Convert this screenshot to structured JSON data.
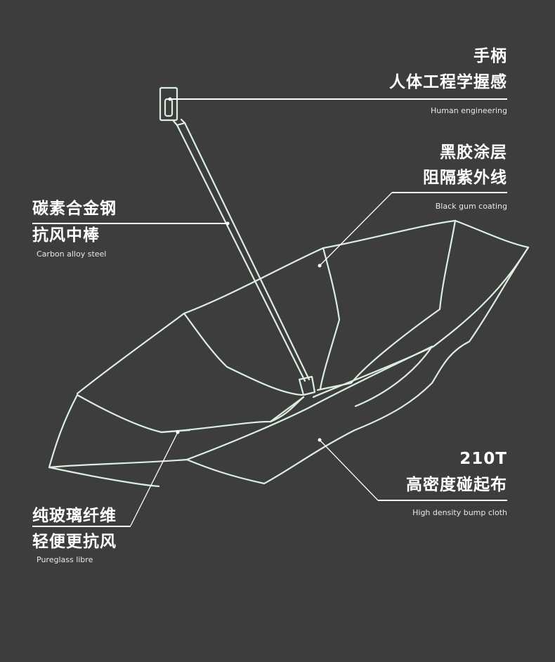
{
  "colors": {
    "background": "#3d3d3d",
    "outline": "#dbeee0",
    "text": "#ffffff"
  },
  "callouts": {
    "handle": {
      "title1": "手柄",
      "title2": "人体工程学握感",
      "en": "Human engineering"
    },
    "coating": {
      "title1": "黑胶涂层",
      "title2": "阻隔紫外线",
      "en": "Black gum coating"
    },
    "shaft": {
      "title1": "碳素合金钢",
      "title2": "抗风中棒",
      "en": "Carbon alloy steel"
    },
    "cloth": {
      "title1": "210T",
      "title2": "高密度碰起布",
      "en": "High density bump cloth"
    },
    "ribs": {
      "title1": "纯玻璃纤维",
      "title2": "轻便更抗风",
      "en": "Pureglass libre"
    }
  }
}
